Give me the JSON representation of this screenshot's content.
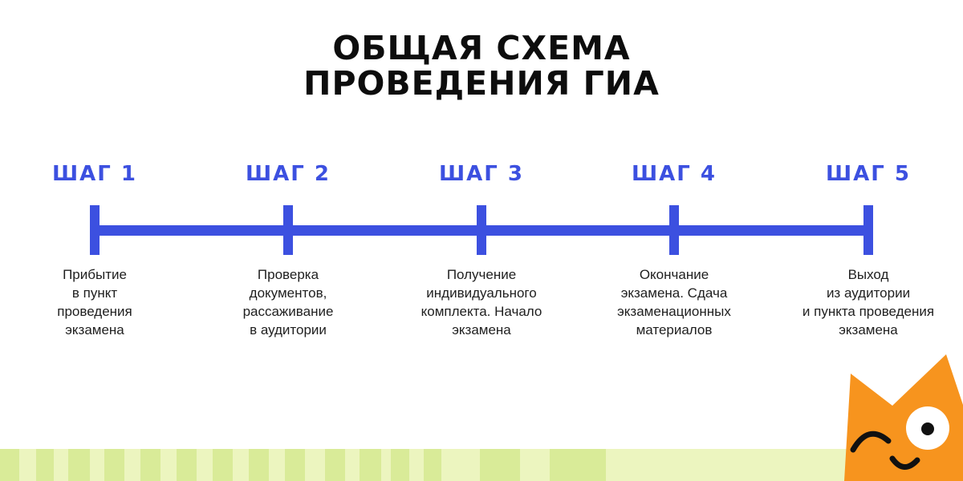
{
  "title": {
    "line1": "ОБЩАЯ СХЕМА",
    "line2": "ПРОВЕДЕНИЯ ГИА"
  },
  "timeline": {
    "steps": [
      {
        "label": "ШАГ 1",
        "description": "Прибытие\nв пункт\nпроведения\nэкзамена"
      },
      {
        "label": "ШАГ 2",
        "description": "Проверка\nдокументов,\nрассаживание\nв аудитории"
      },
      {
        "label": "ШАГ 3",
        "description": "Получение\nиндивидуального\nкомплекта. Начало\nэкзамена"
      },
      {
        "label": "ШАГ 4",
        "description": "Окончание\nэкзамена. Сдача\nэкзаменационных\nматериалов"
      },
      {
        "label": "ШАГ 5",
        "description": "Выход\nиз аудитории\nи пункта проведения\nэкзамена"
      }
    ]
  },
  "colors": {
    "accent_blue": "#3C50E0",
    "title_black": "#0D0D0D",
    "text_dark": "#1F1F1F",
    "stripe_dark": "#D9EB98",
    "stripe_light": "#ECF5BF",
    "cat_orange": "#F7941E",
    "cat_line": "#111111",
    "background": "#FFFFFF"
  },
  "band": {
    "stripe_widths": [
      24,
      21,
      22,
      18,
      27,
      18,
      25,
      20,
      25,
      20,
      25,
      20,
      25,
      20,
      25,
      20,
      25,
      25,
      25,
      18,
      27,
      12,
      23,
      18,
      22,
      48,
      50,
      37,
      70,
      445
    ]
  },
  "mascot": {
    "name": "winking-orange-cat"
  }
}
